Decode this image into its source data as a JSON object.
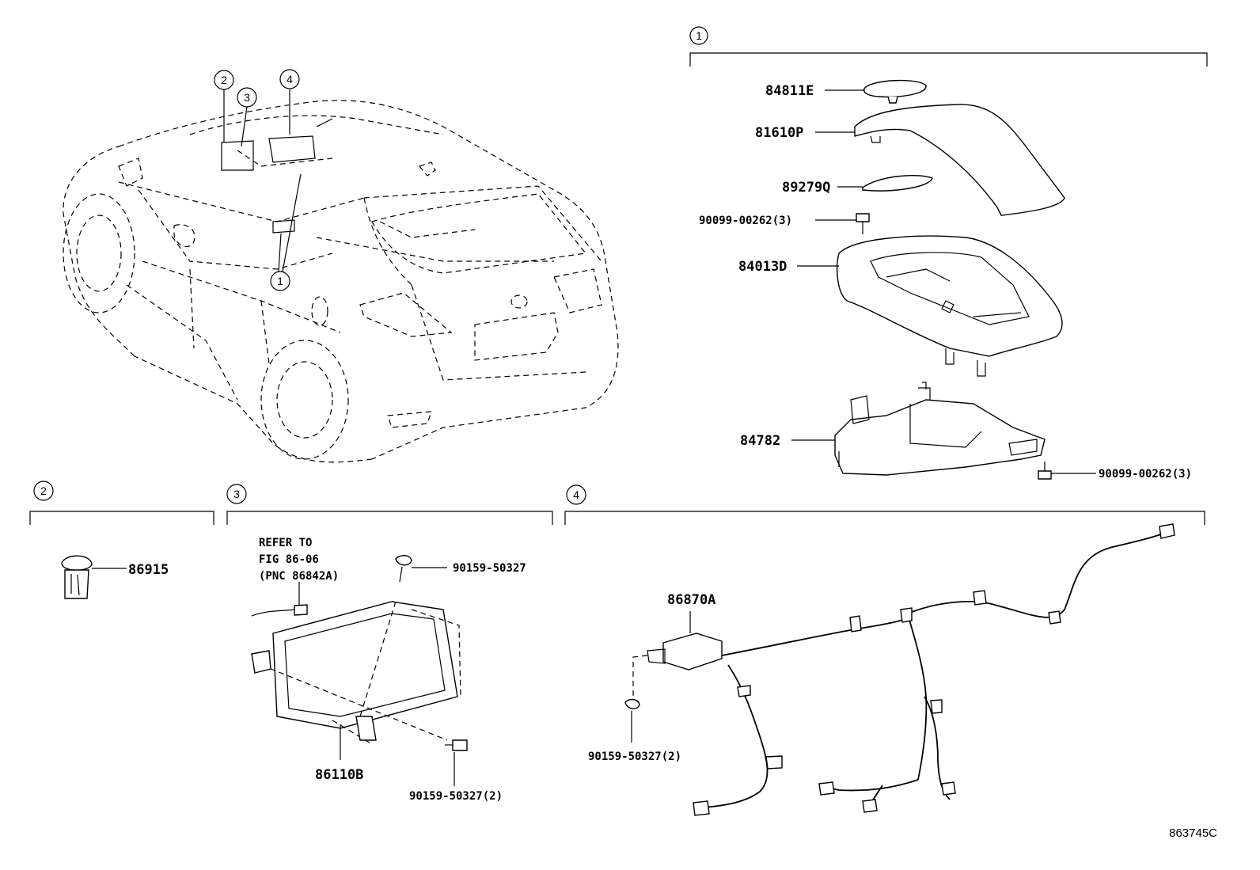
{
  "callouts": {
    "c1": "1",
    "c2": "2",
    "c3": "3",
    "c4": "4"
  },
  "parts": {
    "p84811E": "84811E",
    "p81610P": "81610P",
    "p89279Q": "89279Q",
    "p90099a": "90099-00262(3)",
    "p84013D": "84013D",
    "p84782": "84782",
    "p90099b": "90099-00262(3)",
    "p86915": "86915",
    "p90159a": "90159-50327",
    "p86110B": "86110B",
    "p90159b": "90159-50327(2)",
    "p86870A": "86870A",
    "p90159c": "90159-50327(2)"
  },
  "reference": {
    "line1": "REFER TO",
    "line2": "FIG 86-06",
    "line3": "(PNC 86842A)"
  },
  "figure_number": "863745C"
}
